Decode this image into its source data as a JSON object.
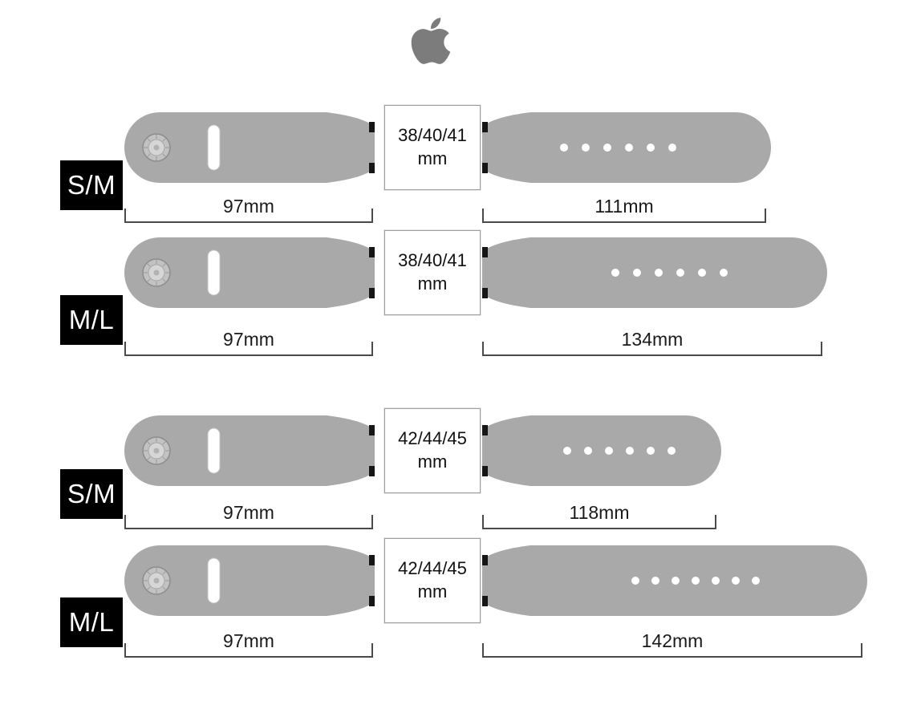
{
  "logo": {
    "icon": "apple-logo-icon"
  },
  "colors": {
    "band": "#a9a9a9",
    "connector": "#161616",
    "hole": "#ffffff",
    "label_bg": "#000000",
    "label_text": "#ffffff",
    "logo": "#7c7c7c",
    "measure_line": "#4a4a4a",
    "case_border": "#9e9e9e"
  },
  "rows": [
    {
      "size_label": "S/M",
      "case_size_line1": "38/40/41",
      "case_size_line2": "mm",
      "left_length": "97mm",
      "right_length": "111mm",
      "hole_count": 6
    },
    {
      "size_label": "M/L",
      "case_size_line1": "38/40/41",
      "case_size_line2": "mm",
      "left_length": "97mm",
      "right_length": "134mm",
      "hole_count": 6
    },
    {
      "size_label": "S/M",
      "case_size_line1": "42/44/45",
      "case_size_line2": "mm",
      "left_length": "97mm",
      "right_length": "118mm",
      "hole_count": 6
    },
    {
      "size_label": "M/L",
      "case_size_line1": "42/44/45",
      "case_size_line2": "mm",
      "left_length": "97mm",
      "right_length": "142mm",
      "hole_count": 7
    }
  ]
}
